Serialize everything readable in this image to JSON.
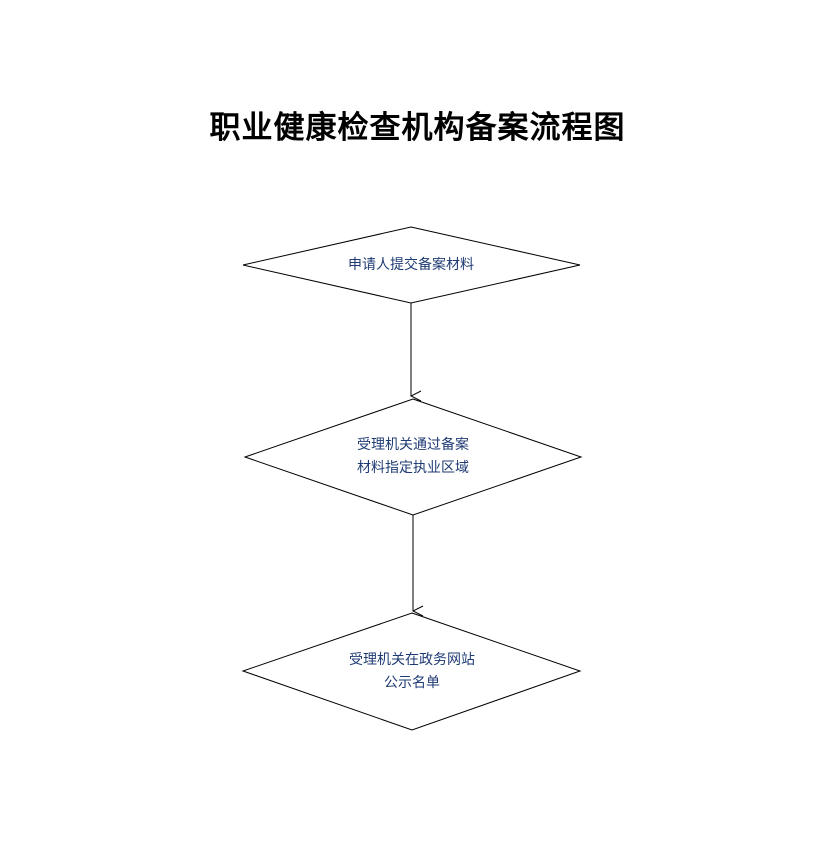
{
  "title": "职业健康检查机构备案流程图",
  "colors": {
    "title": "#000000",
    "node_text": "#1f3b73",
    "stroke": "#000000",
    "background": "#ffffff"
  },
  "nodes": [
    {
      "shape": "diamond",
      "lines": [
        "申请人提交备案材料"
      ]
    },
    {
      "shape": "diamond",
      "lines": [
        "受理机关通过备案",
        "材料指定执业区域"
      ]
    },
    {
      "shape": "diamond",
      "lines": [
        "受理机关在政务网站",
        "公示名单"
      ]
    }
  ],
  "edges": [
    {
      "from": 0,
      "to": 1
    },
    {
      "from": 1,
      "to": 2
    }
  ]
}
